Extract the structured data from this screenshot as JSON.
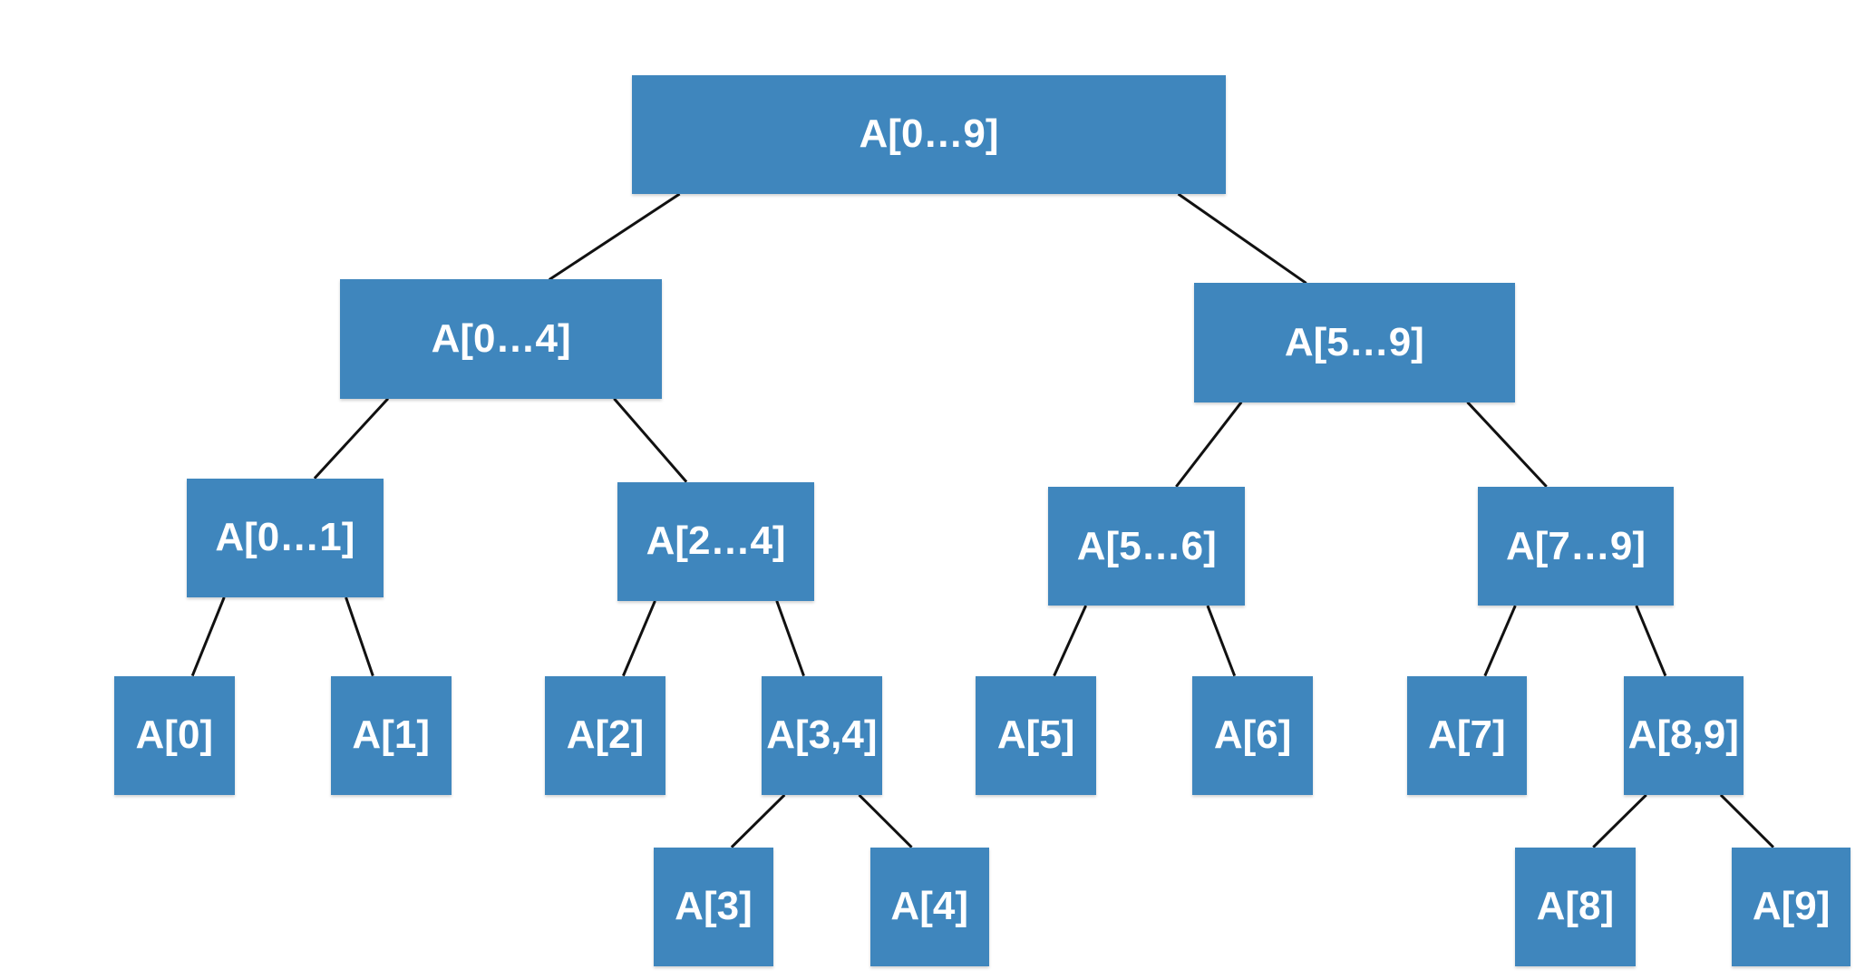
{
  "diagram": {
    "node_color": "#3f86bd",
    "text_color": "#ffffff",
    "edge_color": "#111111",
    "nodes": [
      {
        "id": "n0-9",
        "label": "A[0…9]"
      },
      {
        "id": "n0-4",
        "label": "A[0…4]"
      },
      {
        "id": "n5-9",
        "label": "A[5…9]"
      },
      {
        "id": "n0-1",
        "label": "A[0…1]"
      },
      {
        "id": "n2-4",
        "label": "A[2…4]"
      },
      {
        "id": "n5-6",
        "label": "A[5…6]"
      },
      {
        "id": "n7-9",
        "label": "A[7…9]"
      },
      {
        "id": "n0",
        "label": "A[0]"
      },
      {
        "id": "n1",
        "label": "A[1]"
      },
      {
        "id": "n2",
        "label": "A[2]"
      },
      {
        "id": "n3-4",
        "label": "A[3,4]"
      },
      {
        "id": "n5",
        "label": "A[5]"
      },
      {
        "id": "n6",
        "label": "A[6]"
      },
      {
        "id": "n7",
        "label": "A[7]"
      },
      {
        "id": "n8-9",
        "label": "A[8,9]"
      },
      {
        "id": "n3",
        "label": "A[3]"
      },
      {
        "id": "n4",
        "label": "A[4]"
      },
      {
        "id": "n8",
        "label": "A[8]"
      },
      {
        "id": "n9",
        "label": "A[9]"
      }
    ],
    "edges": [
      {
        "from": "n0-9",
        "to": "n0-4"
      },
      {
        "from": "n0-9",
        "to": "n5-9"
      },
      {
        "from": "n0-4",
        "to": "n0-1"
      },
      {
        "from": "n0-4",
        "to": "n2-4"
      },
      {
        "from": "n5-9",
        "to": "n5-6"
      },
      {
        "from": "n5-9",
        "to": "n7-9"
      },
      {
        "from": "n0-1",
        "to": "n0"
      },
      {
        "from": "n0-1",
        "to": "n1"
      },
      {
        "from": "n2-4",
        "to": "n2"
      },
      {
        "from": "n2-4",
        "to": "n3-4"
      },
      {
        "from": "n5-6",
        "to": "n5"
      },
      {
        "from": "n5-6",
        "to": "n6"
      },
      {
        "from": "n7-9",
        "to": "n7"
      },
      {
        "from": "n7-9",
        "to": "n8-9"
      },
      {
        "from": "n3-4",
        "to": "n3"
      },
      {
        "from": "n3-4",
        "to": "n4"
      },
      {
        "from": "n8-9",
        "to": "n8"
      },
      {
        "from": "n8-9",
        "to": "n9"
      }
    ]
  }
}
